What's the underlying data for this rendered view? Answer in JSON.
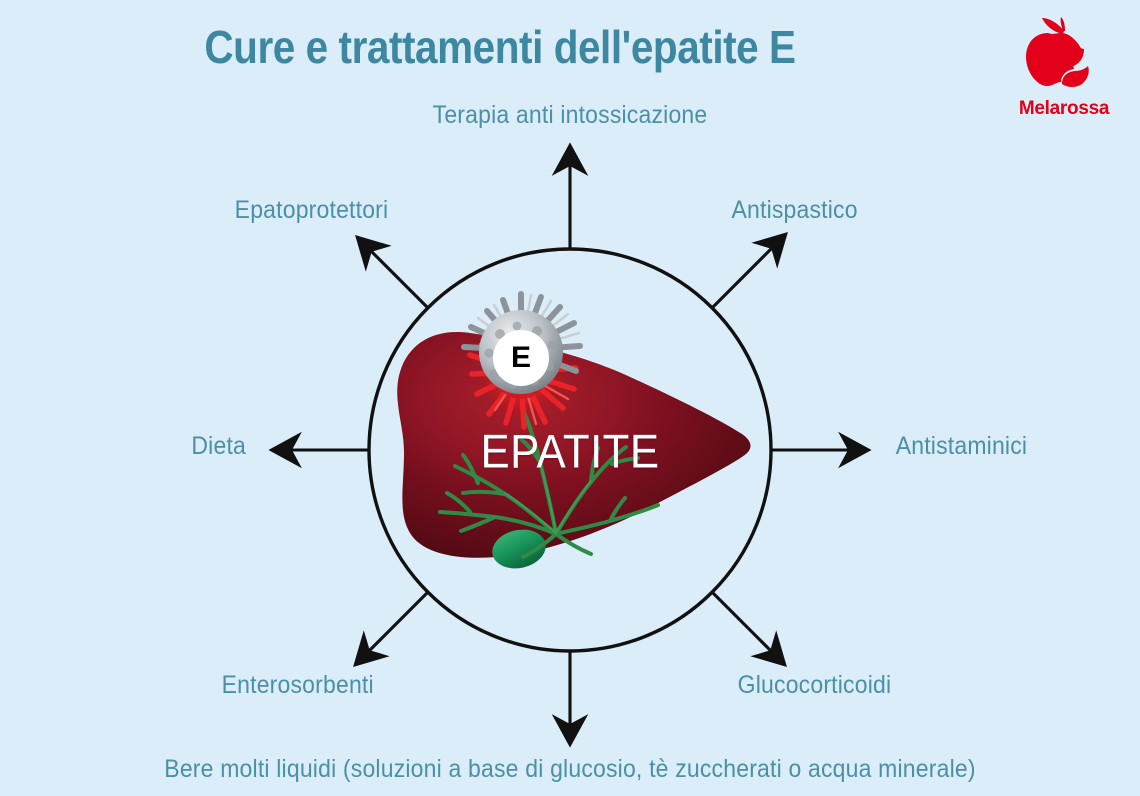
{
  "page": {
    "background_color": "#dbedf8",
    "title": "Cure e trattamenti dell'epatite E",
    "title_color": "#3e87a1",
    "label_color": "#4b90a6"
  },
  "brand": {
    "name": "Melarossa",
    "color": "#e2001a",
    "logo_icon": "red-apple-icon"
  },
  "center": {
    "circle_label": "EPATITE",
    "virus_letter": "E",
    "virus_icon": "spiky-virus-icon",
    "organ_icon": "liver-icon",
    "liver_color": "#8c1322",
    "vessel_color": "#2f8a46",
    "gallbladder_color": "#25965a",
    "virus_glow_color": "#e8252a"
  },
  "treatments": [
    {
      "id": "terapia-anti-intossicazione",
      "label": "Terapia anti intossicazione",
      "direction": "up"
    },
    {
      "id": "epatoprotettori",
      "label": "Epatoprotettori",
      "direction": "up-left"
    },
    {
      "id": "antispastico",
      "label": "Antispastico",
      "direction": "up-right"
    },
    {
      "id": "dieta",
      "label": "Dieta",
      "direction": "left"
    },
    {
      "id": "antistaminici",
      "label": "Antistaminici",
      "direction": "right"
    },
    {
      "id": "enterosorbenti",
      "label": "Enterosorbenti",
      "direction": "down-left"
    },
    {
      "id": "glucocorticoidi",
      "label": "Glucocorticoidi",
      "direction": "down-right"
    },
    {
      "id": "bere-molti-liquidi",
      "label": "Bere molti liquidi (soluzioni a base di glucosio, tè zuccherati o acqua minerale)",
      "direction": "down"
    }
  ]
}
